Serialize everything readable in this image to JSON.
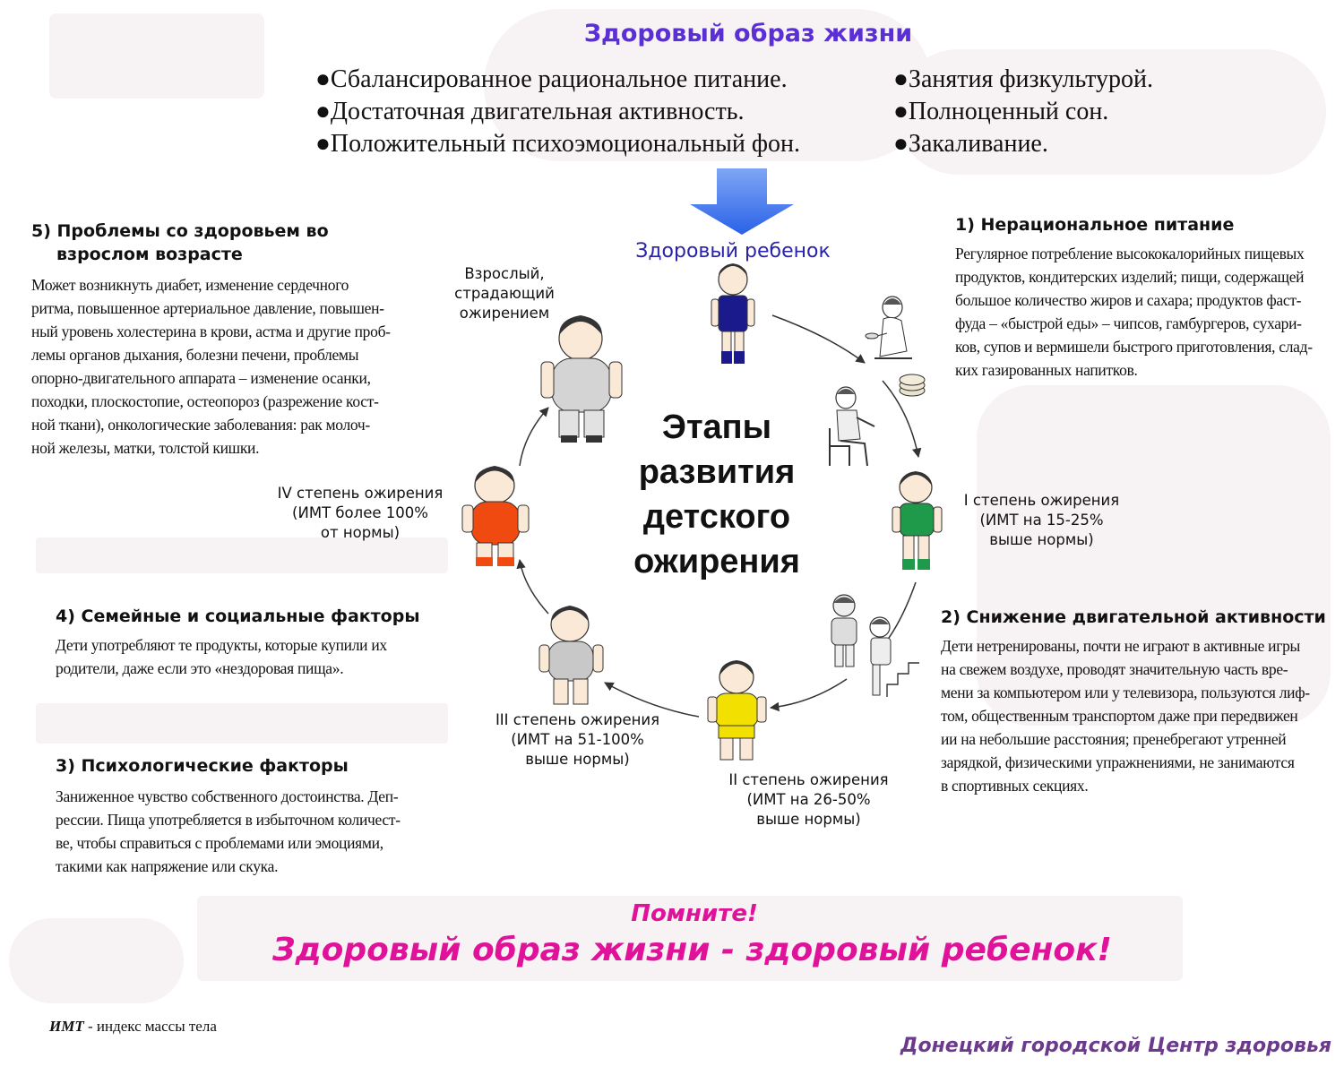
{
  "title": "Здоровый образ жизни",
  "bullets_left": [
    "●Сбалансированное рациональное питание.",
    "●Достаточная двигательная активность.",
    "●Положительный психоэмоциональный фон."
  ],
  "bullets_right": [
    "●Занятия физкультурой.",
    "●Полноценный сон.",
    "●Закаливание."
  ],
  "healthy_child": "Здоровый ребенок",
  "center_title": [
    "Этапы",
    "развития",
    "детского",
    "ожирения"
  ],
  "stages": {
    "adult": [
      "Взрослый,",
      "страдающий",
      "ожирением"
    ],
    "deg1": [
      "I степень ожирения",
      "(ИМТ на 15-25%",
      "выше нормы)"
    ],
    "deg2": [
      "II степень ожирения",
      "(ИМТ на 26-50%",
      "выше нормы)"
    ],
    "deg3": [
      "III степень ожирения",
      "(ИМТ на 51-100%",
      "выше нормы)"
    ],
    "deg4": [
      "IV степень ожирения",
      "(ИМТ более 100%",
      "от нормы)"
    ]
  },
  "figure_colors": {
    "healthy": "#1a1a8c",
    "deg1": "#1e9a4a",
    "deg2": "#f2e000",
    "deg3": "#c8c8c8",
    "deg4": "#f04a10",
    "adult": "#d4d4d4"
  },
  "sections": {
    "s1": {
      "heading": "1) Нерациональное питание",
      "lines": [
        "Регулярное потребление высококалорийных пищевых",
        "продуктов, кондитерских изделий; пищи, содержащей",
        "большое количество жиров и сахара; продуктов фаст-",
        "фуда – «быстрой еды» – чипсов, гамбургеров, сухари-",
        "ков, супов и вермишели быстрого приготовления, слад-",
        "ких газированных напитков."
      ]
    },
    "s2": {
      "heading": "2) Снижение двигательной активности",
      "lines": [
        "Дети нетренированы, почти не играют в активные игры",
        "на свежем воздухе, проводят значительную часть вре-",
        "мени за компьютером или у телевизора, пользуются лиф-",
        "том, общественным транспортом даже при передвижен",
        "ии на небольшие расстояния; пренебрегают утренней",
        "зарядкой, физическими упражнениями, не занимаются",
        "в спортивных секциях."
      ]
    },
    "s3": {
      "heading": "3) Психологические факторы",
      "lines": [
        "Заниженное чувство собственного достоинства. Деп-",
        "рессии. Пища употребляется в избыточном количест-",
        "ве, чтобы справиться с проблемами или эмоциями,",
        "такими как напряжение или скука."
      ]
    },
    "s4": {
      "heading": "4) Семейные и социальные факторы",
      "lines": [
        "Дети употребляют те продукты, которые купили их",
        "родители, даже если это «нездоровая пища»."
      ]
    },
    "s5": {
      "heading": [
        "5) Проблемы со здоровьем во",
        "взрослом возрасте"
      ],
      "lines": [
        "Может возникнуть диабет, изменение сердечного",
        "ритма, повышенное артериальное давление, повышен-",
        "ный уровень холестерина в крови, астма и другие проб-",
        "лемы органов дыхания, болезни печени, проблемы",
        "опорно-двигательного аппарата – изменение осанки,",
        "походки, плоскостопие, остеопороз (разрежение кост-",
        "ной ткани), онкологические заболевания: рак молоч-",
        "ной железы, матки, толстой кишки."
      ]
    }
  },
  "remember": "Помните!",
  "slogan": "Здоровый образ жизни - здоровый ребенок!",
  "footnote_abbr": "ИМТ",
  "footnote_text": " - индекс массы тела",
  "organization": "Донецкий городской Центр здоровья",
  "colors": {
    "title": "#5b2fd6",
    "accent_pink": "#e0129a",
    "org": "#6b3a8c",
    "arrow_blue": "#2d6ff0"
  }
}
